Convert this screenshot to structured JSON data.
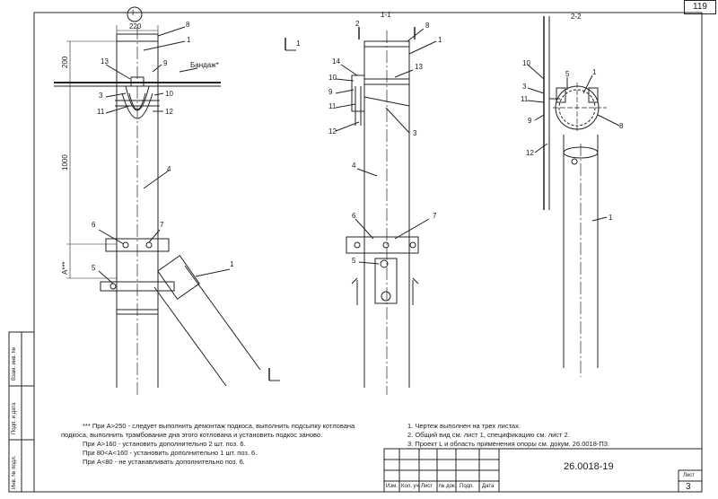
{
  "sheet": {
    "page_number": "119",
    "doc_code": "26.0018-19",
    "sheet_label": "Лист",
    "sheet_number": "3",
    "stamp_headers": [
      "Изм.",
      "Кол. уч",
      "Лист",
      "№ док.",
      "Подп.",
      "Дата"
    ],
    "side_labels": [
      "Инв. № подл.",
      "Подп. и дата",
      "Взам. инв. №"
    ]
  },
  "views": {
    "front": {
      "marker": "I",
      "dim_top": "220",
      "dim_200": "200",
      "dim_1000": "1000",
      "dim_A": "A***",
      "bandage": "Бандаж*",
      "callouts": [
        "8",
        "1",
        "13",
        "9",
        "3",
        "10",
        "11",
        "12",
        "4",
        "6",
        "7",
        "5",
        "1"
      ],
      "section_mark": "1"
    },
    "section_11": {
      "title": "1-1",
      "callouts": [
        "2",
        "8",
        "1",
        "14",
        "13",
        "10",
        "9",
        "11",
        "12",
        "3",
        "4",
        "6",
        "7",
        "5"
      ]
    },
    "section_22": {
      "title": "2-2",
      "callouts": [
        "10",
        "5",
        "1",
        "3",
        "11",
        "9",
        "8",
        "12",
        "1"
      ]
    }
  },
  "notes_left": {
    "line1": "*** При А>250 - следует выполнить демонтаж подкоса, выполнить подсыпку котлована",
    "line2": "подкоса, выполнить трамбование дна этого котлована и установить подкос заново.",
    "line3": "При А>160 - установить дополнительно 2 шт. поз. 6.",
    "line4": "При 80<А<160 - установить дополнительно 1 шт. поз. 6.",
    "line5": "При А<80 - не устанавливать дополнительно поз. 6."
  },
  "notes_right": {
    "line1": "1. Чертеж выполнен на трех листах.",
    "line2": "2. Общий вид см. лист 1, спецификацию см. лист 2.",
    "line3": "3. Проект L и область применения опоры см. докум. 26.0018-П3."
  }
}
